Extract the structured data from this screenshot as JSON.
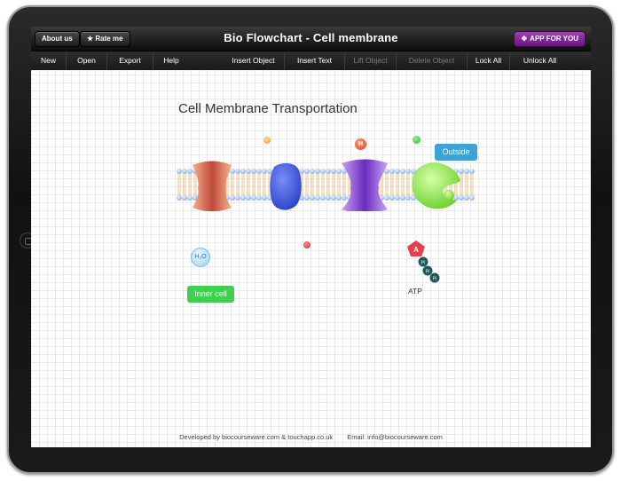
{
  "titlebar": {
    "about_label": "About us",
    "rate_label": "Rate me",
    "rate_icon": "star-icon",
    "title": "Bio Flowchart - Cell membrane",
    "promo_label": "APP FOR YOU",
    "promo_icon": "diamond-icon",
    "promo_color": "#8a2aa0"
  },
  "menu": {
    "items": [
      {
        "label": "New",
        "enabled": true
      },
      {
        "label": "Open",
        "enabled": true
      },
      {
        "label": "Export",
        "enabled": true
      },
      {
        "label": "Help",
        "enabled": true
      },
      {
        "label": "Insert Object",
        "enabled": true
      },
      {
        "label": "Insert Text",
        "enabled": true
      },
      {
        "label": "Lift Object",
        "enabled": false
      },
      {
        "label": "Delete Object",
        "enabled": false
      },
      {
        "label": "Lock All",
        "enabled": true
      },
      {
        "label": "Unlock All",
        "enabled": true
      }
    ]
  },
  "canvas": {
    "title": "Cell Membrane Transportation",
    "outside_label": "Outside",
    "inner_label": "Inner cell",
    "h2o_label": "H₂O",
    "h_ion_label": "H",
    "atp_label": "ATP",
    "atp_adenine": "A",
    "atp_phosphate": "Pi",
    "outside_color": "#3ba3d6",
    "inner_color": "#40d050"
  },
  "footer": {
    "developer": "Developed by biocourseware.com & touchapp.co.uk",
    "email": "Email: info@biocourseware.com"
  }
}
